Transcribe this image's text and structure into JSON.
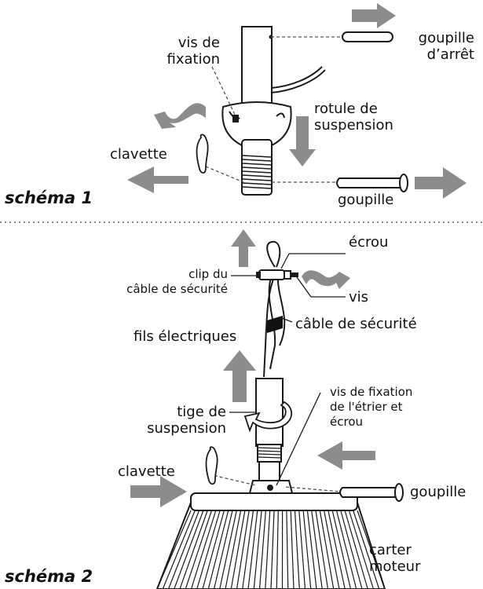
{
  "schema1": {
    "title": "schéma 1",
    "labels": {
      "vis_fixation": [
        "vis de",
        "fixation"
      ],
      "goupille_arret": [
        "goupille",
        "d’arrêt"
      ],
      "rotule": [
        "rotule de",
        "suspension"
      ],
      "clavette": "clavette",
      "goupille": "goupille"
    }
  },
  "schema2": {
    "title": "schéma 2",
    "labels": {
      "ecrou": "écrou",
      "clip": [
        "clip du",
        "câble de sécurité"
      ],
      "vis": "vis",
      "cable": "câble de sécurité",
      "fils": "fils électriques",
      "tige": [
        "tige de",
        "suspension"
      ],
      "vis_etrier": [
        "vis de fixation",
        "de l'étrier et",
        "écrou"
      ],
      "clavette": "clavette",
      "goupille": "goupille",
      "carter": [
        "carter",
        "moteur"
      ]
    }
  },
  "colors": {
    "arrow": "#8c8c8c",
    "line": "#1a1a1a",
    "dashed": "#555555"
  }
}
